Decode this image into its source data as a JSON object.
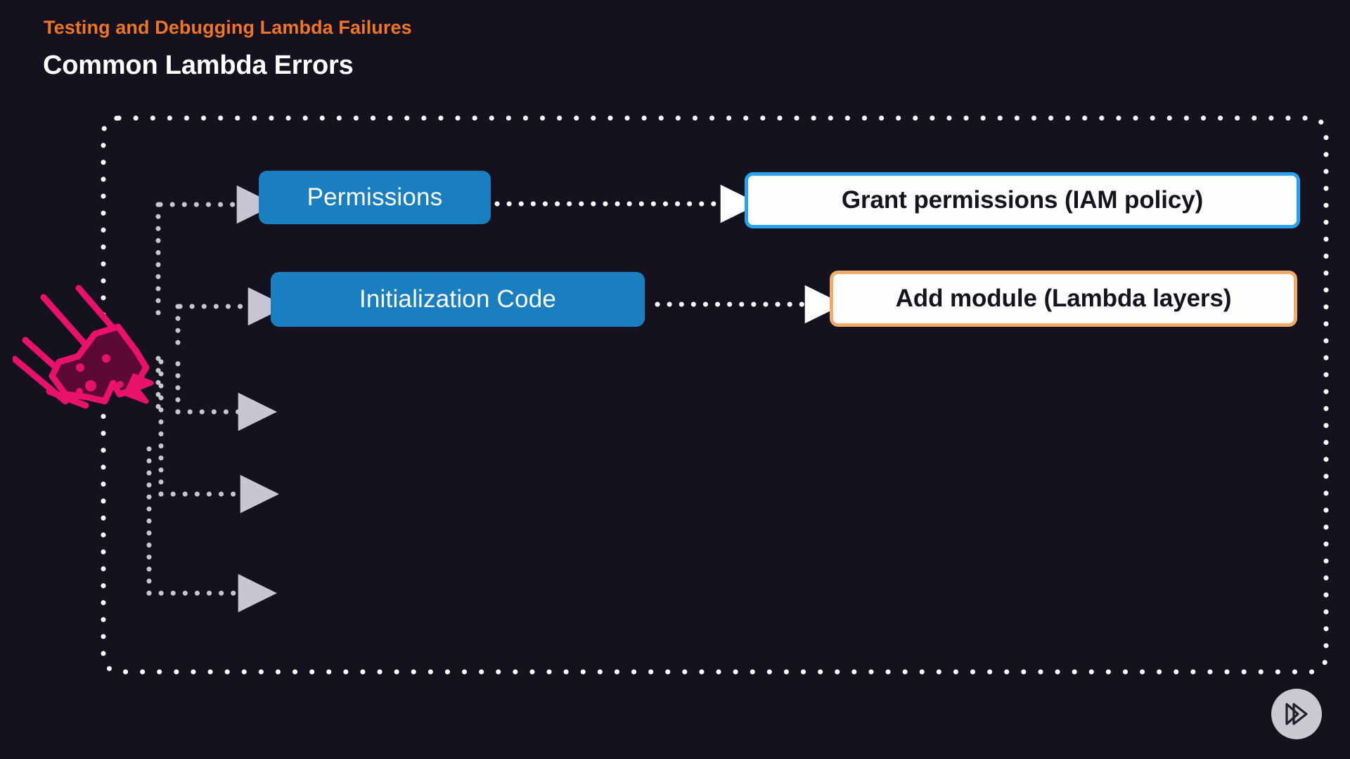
{
  "slide": {
    "eyebrow": "Testing and Debugging Lambda Failures",
    "title": "Common Lambda Errors",
    "background_color": "#16111f",
    "eyebrow_color": "#ef7622",
    "title_color": "#ffffff"
  },
  "diagram": {
    "type": "branch-tree",
    "frame": {
      "style": "dotted",
      "color": "#ffffff",
      "corner_radius": 22
    },
    "source_icon": {
      "name": "meteor-icon",
      "color": "#e8126a",
      "fill": "#5c0a33"
    },
    "connector_color": "#c8c6d2",
    "branches": [
      {
        "index": 1,
        "label": "Permissions",
        "revealed": true
      },
      {
        "index": 2,
        "label": "Initialization Code",
        "revealed": true
      },
      {
        "index": 3,
        "label": "",
        "revealed": false
      },
      {
        "index": 4,
        "label": "",
        "revealed": false
      },
      {
        "index": 5,
        "label": "",
        "revealed": false
      }
    ],
    "error_nodes": [
      {
        "label": "Permissions",
        "color": "#1a7fc1",
        "text_color": "#ffffff"
      },
      {
        "label": "Initialization Code",
        "color": "#1a7fc1",
        "text_color": "#ffffff"
      }
    ],
    "remediation_cards": [
      {
        "label": "Grant permissions (IAM policy)",
        "border_color": "#29a3f0",
        "background": "#fdfdfd",
        "text_color": "#16121e"
      },
      {
        "label": "Add module (Lambda layers)",
        "border_color": "#f2ab6a",
        "background": "#fdfdfd",
        "text_color": "#16121e"
      }
    ]
  },
  "controls": {
    "play_button": {
      "icon": "play-forward-icon",
      "background": "#c9c9cf",
      "glyph_color": "#23202e"
    }
  }
}
